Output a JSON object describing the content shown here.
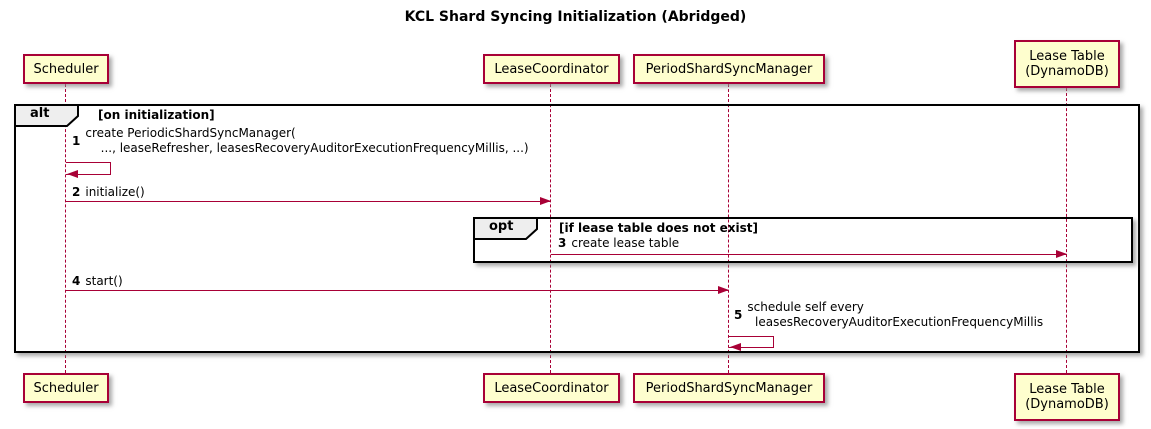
{
  "title": "KCL Shard Syncing Initialization (Abridged)",
  "participants": [
    {
      "id": "scheduler",
      "label": "Scheduler"
    },
    {
      "id": "lease-coordinator",
      "label": "LeaseCoordinator"
    },
    {
      "id": "period-shard-sync-manager",
      "label": "PeriodShardSyncManager"
    },
    {
      "id": "lease-table",
      "label": "Lease Table\n(DynamoDB)"
    }
  ],
  "frames": {
    "alt": {
      "keyword": "alt",
      "guard": "[on initialization]"
    },
    "opt": {
      "keyword": "opt",
      "guard": "[if lease table does not exist]"
    }
  },
  "messages": [
    {
      "num": "1",
      "from": "Scheduler",
      "to": "Scheduler",
      "text": "create PeriodicShardSyncManager(\n    ..., leaseRefresher, leasesRecoveryAuditorExecutionFrequencyMillis, ...)"
    },
    {
      "num": "2",
      "from": "Scheduler",
      "to": "LeaseCoordinator",
      "text": "initialize()"
    },
    {
      "num": "3",
      "from": "LeaseCoordinator",
      "to": "Lease Table (DynamoDB)",
      "text": "create lease table"
    },
    {
      "num": "4",
      "from": "Scheduler",
      "to": "PeriodShardSyncManager",
      "text": "start()"
    },
    {
      "num": "5",
      "from": "PeriodShardSyncManager",
      "to": "PeriodShardSyncManager",
      "text": "schedule self every\n  leasesRecoveryAuditorExecutionFrequencyMillis"
    }
  ],
  "colors": {
    "participant_fill": "#FEFECE",
    "participant_border": "#A80036",
    "lifeline": "#A80036",
    "arrow": "#A80036",
    "frame_border": "#000000",
    "frame_label_fill": "#EEEEEE",
    "text": "#000000"
  }
}
